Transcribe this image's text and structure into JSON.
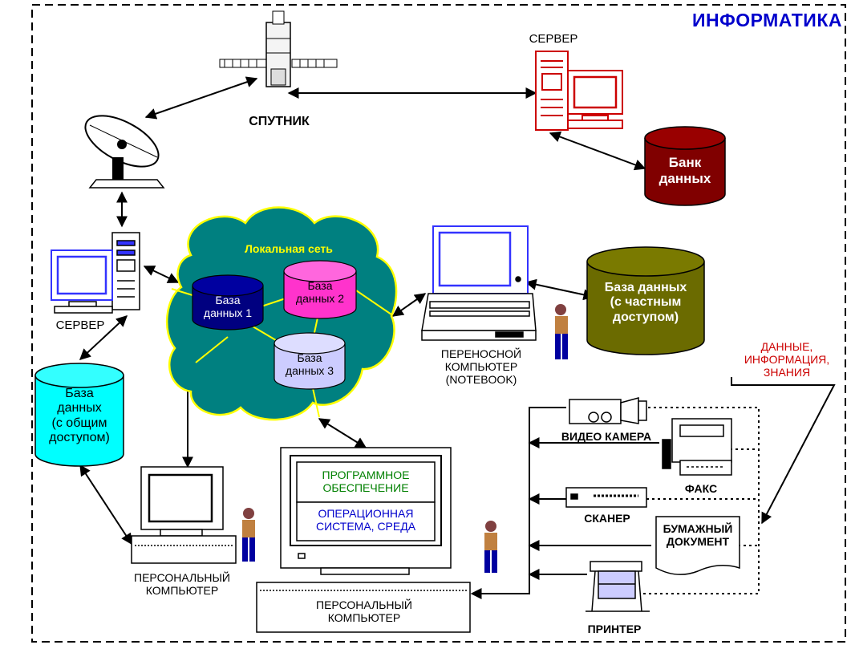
{
  "title": "ИНФОРМАТИКА",
  "labels": {
    "satellite": "СПУТНИК",
    "server_top": "СЕРВЕР",
    "server_left": "СЕРВЕР",
    "bank": "Банк\nданных",
    "lan": "Локальная сеть",
    "db1": "База\nданных 1",
    "db2": "База\nданных 2",
    "db3": "База\nданных 3",
    "private_db": "База данных\n(с частным\nдоступом)",
    "public_db": "База\nданных\n(с общим\nдоступом)",
    "notebook": "ПЕРЕНОСНОЙ\nКОМПЬЮТЕР\n(NOTEBOOK)",
    "data_info": "ДАННЫЕ,\nИНФОРМАЦИЯ,\nЗНАНИЯ",
    "video": "ВИДЕО КАМЕРА",
    "fax": "ФАКС",
    "scanner": "СКАНЕР",
    "paper": "БУМАЖНЫЙ\nДОКУМЕНТ",
    "printer": "ПРИНТЕР",
    "software": "ПРОГРАММНОЕ\nОБЕСПЕЧЕНИЕ",
    "os": "ОПЕРАЦИОННАЯ\nСИСТЕМА, СРЕДА",
    "pc_center": "ПЕРСОНАЛЬНЫЙ\nКОМПЬЮТЕР",
    "pc_left": "ПЕРСОНАЛЬНЫЙ\nКОМПЬЮТЕР"
  },
  "colors": {
    "title": "#0000cc",
    "cloud": "#008080",
    "cloud_border": "#ffff00",
    "lan_text": "#ffff00",
    "bank_db": "#800000",
    "private_db": "#6b6b00",
    "public_db": "#00ffff",
    "db1": "#000080",
    "db2": "#ff33cc",
    "db3": "#ccccff",
    "server_top": "#cc0000",
    "computer": "#3333ff",
    "software_text": "#008000",
    "os_text": "#0000cc",
    "data_info_text": "#cc0000"
  }
}
